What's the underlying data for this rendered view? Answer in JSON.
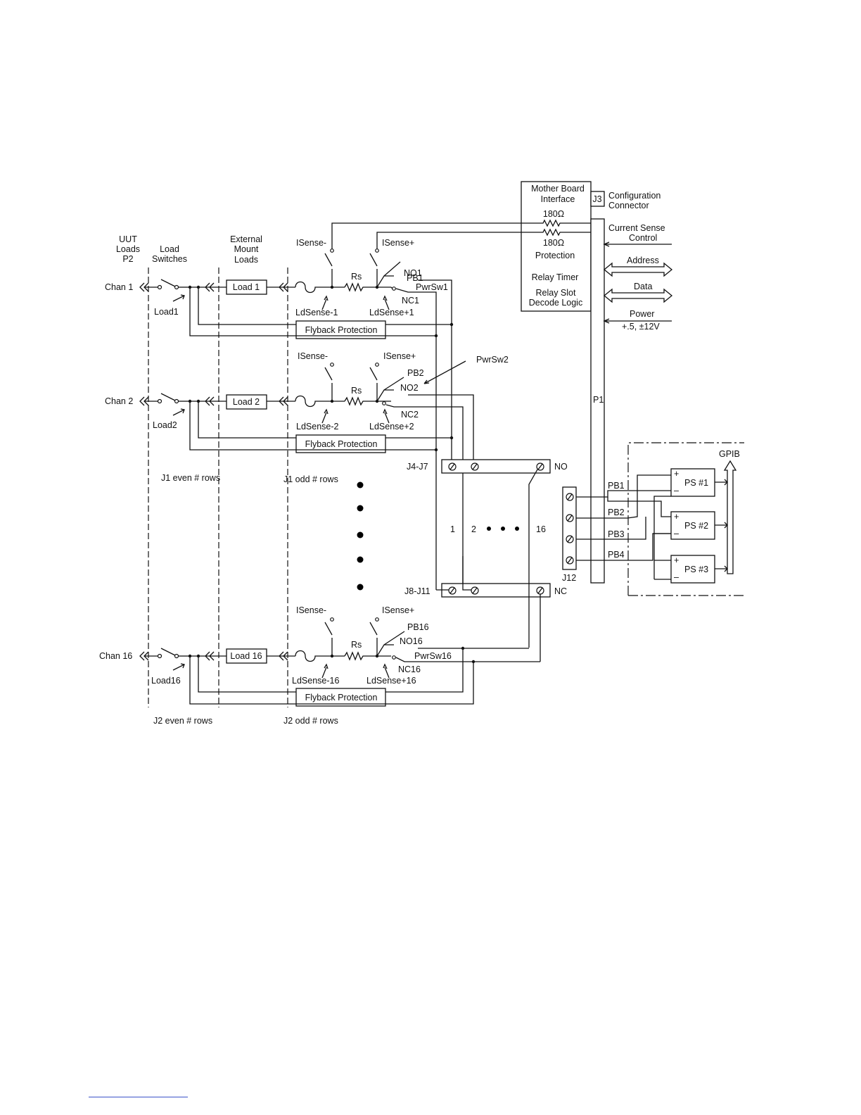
{
  "labels": {
    "uut_loads": [
      "UUT",
      "Loads",
      "P2"
    ],
    "load_switches": [
      "Load",
      "Switches"
    ],
    "external_mount_loads": [
      "External",
      "Mount",
      "Loads"
    ],
    "mother_board_interface": [
      "Mother Board",
      "Interface"
    ],
    "j3": "J3",
    "configuration_connector": [
      "Configuration",
      "Connector"
    ],
    "res_180_a": "180Ω",
    "res_180_b": "180Ω",
    "protection": "Protection",
    "relay_timer": "Relay Timer",
    "relay_slot_decode": [
      "Relay Slot",
      "Decode Logic"
    ],
    "current_sense_control": [
      "Current Sense",
      "Control"
    ],
    "address": "Address",
    "data": "Data",
    "power": "Power",
    "power_levels": "+.5, ±12V",
    "p1": "P1",
    "j1_even": "J1 even # rows",
    "j1_odd": "J1 odd # rows",
    "j2_even": "J2 even # rows",
    "j2_odd": "J2 odd # rows",
    "j4_j7": "J4-J7",
    "j8_j11": "J8-J11",
    "no": "NO",
    "nc": "NC",
    "num_1": "1",
    "num_2": "2",
    "num_16": "16",
    "j12": "J12",
    "gpib": "GPIB",
    "pb1": "PB1",
    "pb2": "PB2",
    "pb3": "PB3",
    "pb4": "PB4",
    "ps1": "PS #1",
    "ps2": "PS #2",
    "ps3": "PS #3",
    "plus": "+",
    "minus": "–",
    "pwrsw2_callout": "PwrSw2",
    "rs": "Rs"
  },
  "channels": [
    {
      "chan": "Chan 1",
      "load_switch": "Load1",
      "load": "Load 1",
      "isense_minus": "ISense-",
      "isense_plus": "ISense+",
      "ldsense_minus": "LdSense-1",
      "ldsense_plus": "LdSense+1",
      "pb": "PB1",
      "no": "NO1",
      "nc": "NC1",
      "pwrsw": "PwrSw1",
      "flyback": "Flyback Protection"
    },
    {
      "chan": "Chan 2",
      "load_switch": "Load2",
      "load": "Load 2",
      "isense_minus": "ISense-",
      "isense_plus": "ISense+",
      "ldsense_minus": "LdSense-2",
      "ldsense_plus": "LdSense+2",
      "pb": "PB2",
      "no": "NO2",
      "nc": "NC2",
      "pwrsw": "",
      "flyback": "Flyback Protection"
    },
    {
      "chan": "Chan 16",
      "load_switch": "Load16",
      "load": "Load 16",
      "isense_minus": "ISense-",
      "isense_plus": "ISense+",
      "ldsense_minus": "LdSense-16",
      "ldsense_plus": "LdSense+16",
      "pb": "PB16",
      "no": "NO16",
      "nc": "NC16",
      "pwrsw": "PwrSw16",
      "flyback": "Flyback Protection"
    }
  ]
}
